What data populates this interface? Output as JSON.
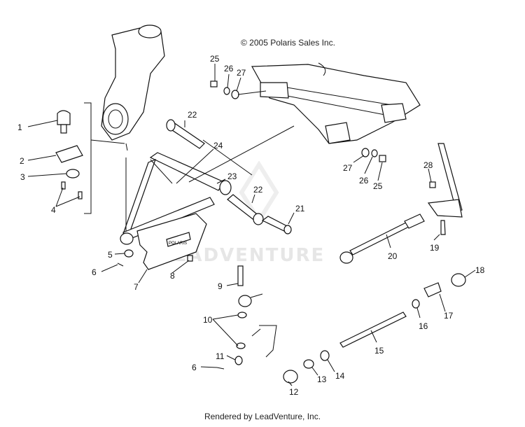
{
  "copyright": "© 2005 Polaris Sales Inc.",
  "footer": "Rendered by LeadVenture, Inc.",
  "watermark": "LEADVENTURE",
  "decal_text": "POLARIS",
  "callouts": [
    "1",
    "2",
    "3",
    "4",
    "5",
    "6",
    "7",
    "8",
    "9",
    "10",
    "11",
    "6",
    "12",
    "13",
    "14",
    "15",
    "16",
    "17",
    "18",
    "19",
    "20",
    "21",
    "22",
    "22",
    "23",
    "24",
    "25",
    "26",
    "27",
    "27",
    "26",
    "25",
    "28"
  ]
}
